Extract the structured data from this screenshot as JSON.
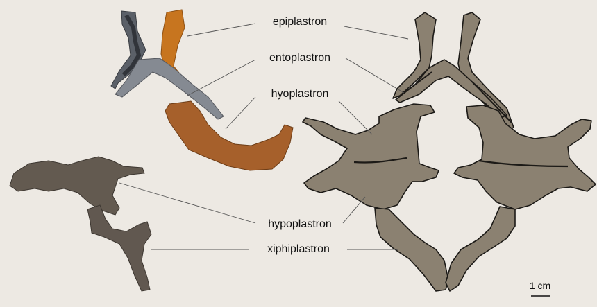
{
  "labels": {
    "epiplastron": "epiplastron",
    "entoplastron": "entoplastron",
    "hyoplastron": "hyoplastron",
    "hypoplastron": "hypoplastron",
    "xiphiplastron": "xiphiplastron"
  },
  "scale_bar": {
    "label": "1 cm"
  },
  "colors": {
    "background": "#ede9e3",
    "reconstruction_fill": "#8b8171",
    "reconstruction_stroke": "#1c1a17",
    "fossil_dark": "#5d554d",
    "fossil_gray": "#7f8590",
    "fossil_orange": "#c7751f",
    "fossil_brown": "#9a5a28",
    "leader_line": "#555555"
  },
  "icons": [
    "fossil-photo",
    "plastron-reconstruction"
  ]
}
